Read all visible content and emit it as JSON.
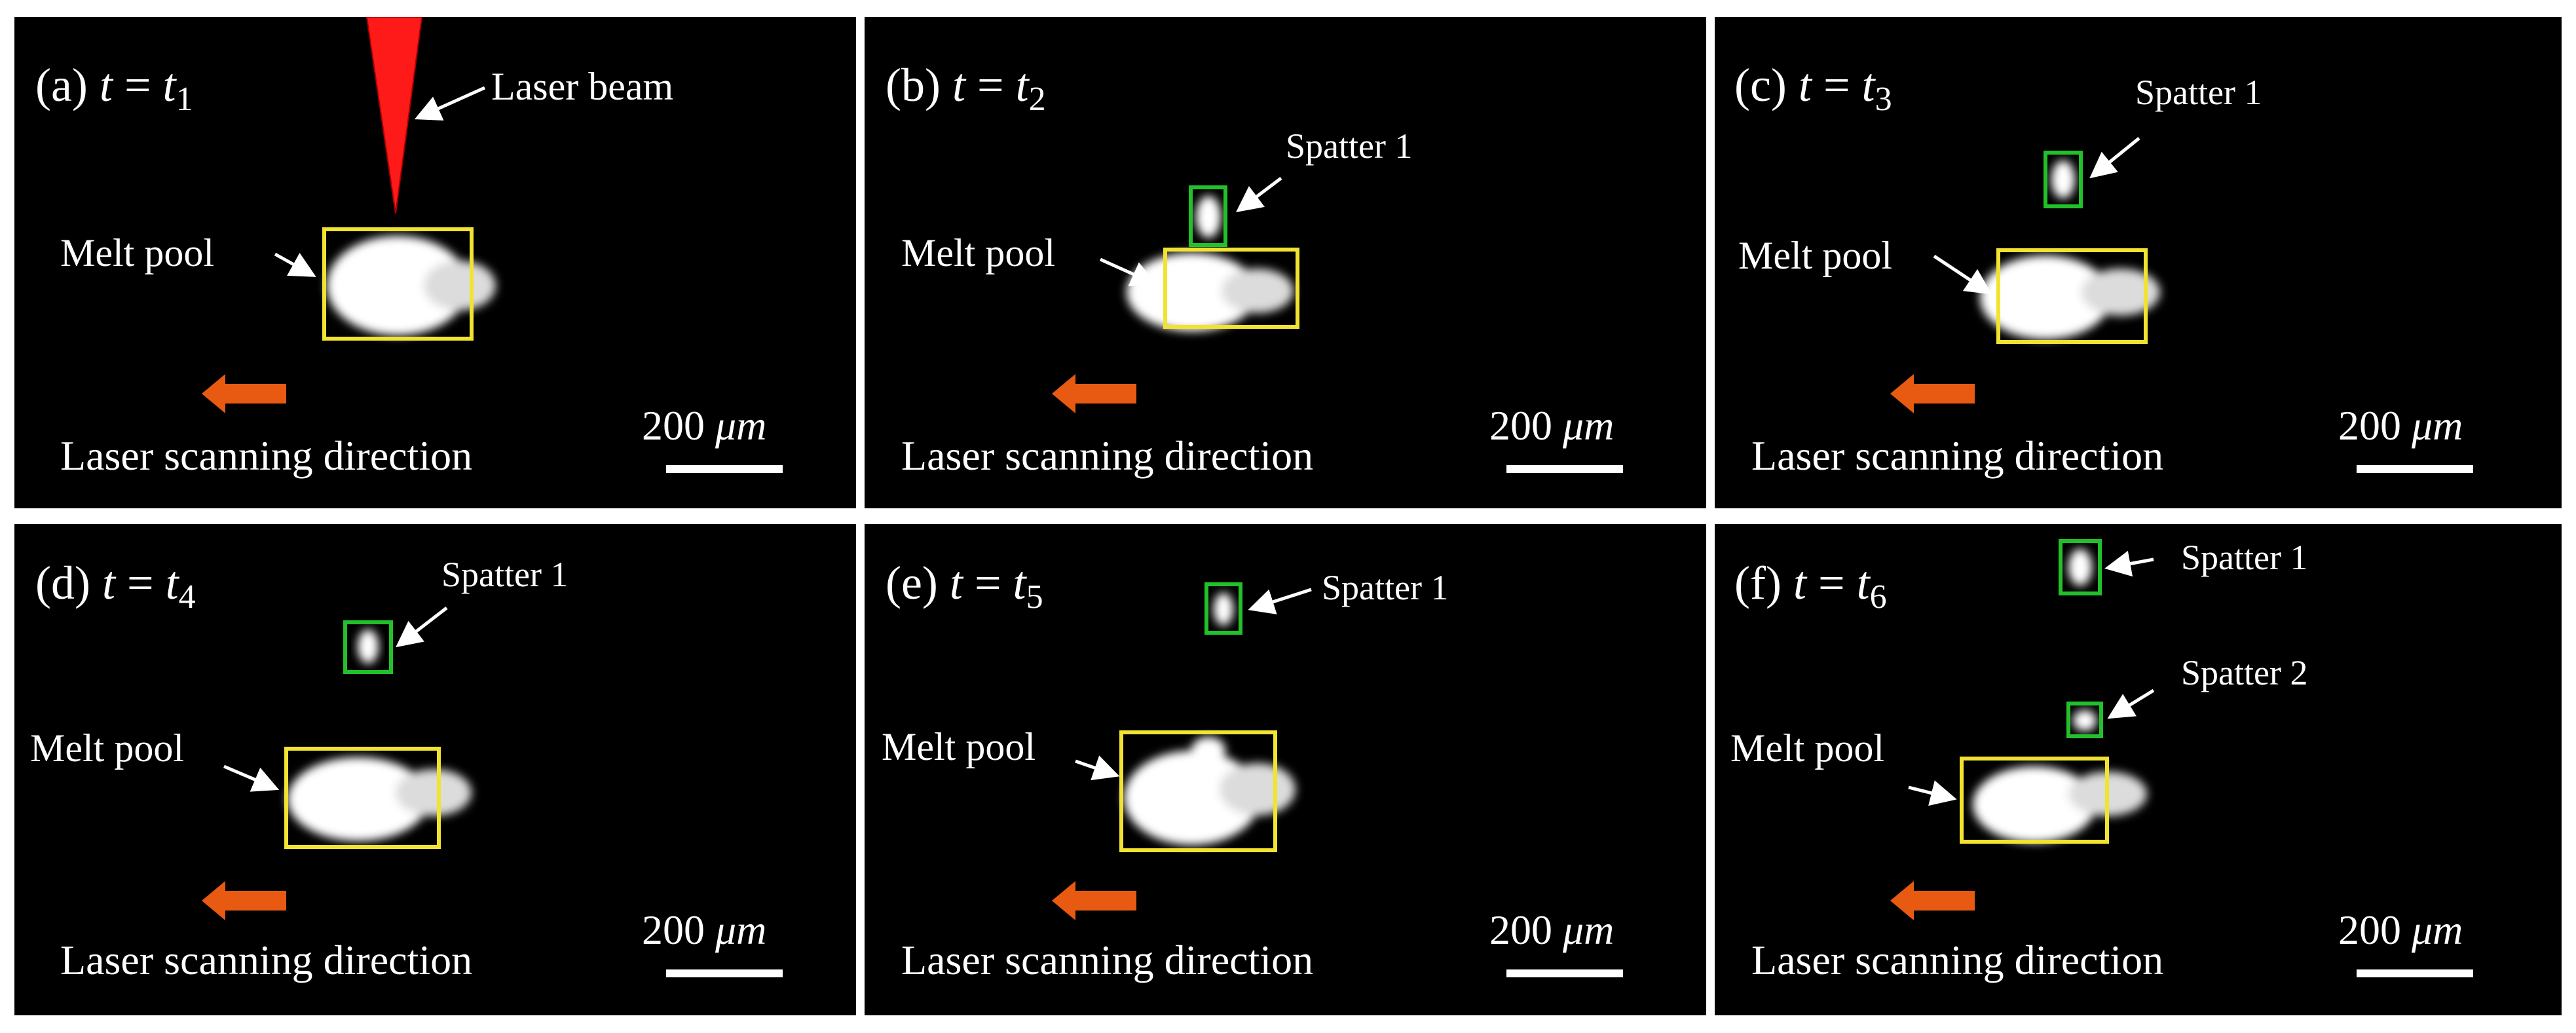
{
  "labels": {
    "time_var": "t",
    "equals": "=",
    "scale_value": "200",
    "scale_unit": "μm",
    "melt_pool": "Melt pool",
    "scan_direction": "Laser scanning direction",
    "laser_beam": "Laser beam",
    "spatter_1": "Spatter 1",
    "spatter_2": "Spatter 2"
  },
  "panels": [
    {
      "id": "(a)",
      "time_symbol": "t",
      "time_sub": "1"
    },
    {
      "id": "(b)",
      "time_symbol": "t",
      "time_sub": "2"
    },
    {
      "id": "(c)",
      "time_symbol": "t",
      "time_sub": "3"
    },
    {
      "id": "(d)",
      "time_symbol": "t",
      "time_sub": "4"
    },
    {
      "id": "(e)",
      "time_symbol": "t",
      "time_sub": "5"
    },
    {
      "id": "(f)",
      "time_symbol": "t",
      "time_sub": "6"
    }
  ],
  "colors": {
    "panel_bg": "#000000",
    "melt_pool_box": "#f2e330",
    "spatter_box": "#22c02a",
    "arrow": "#e85a12",
    "laser_beam": "#ff1a1a",
    "text": "#ffffff"
  }
}
